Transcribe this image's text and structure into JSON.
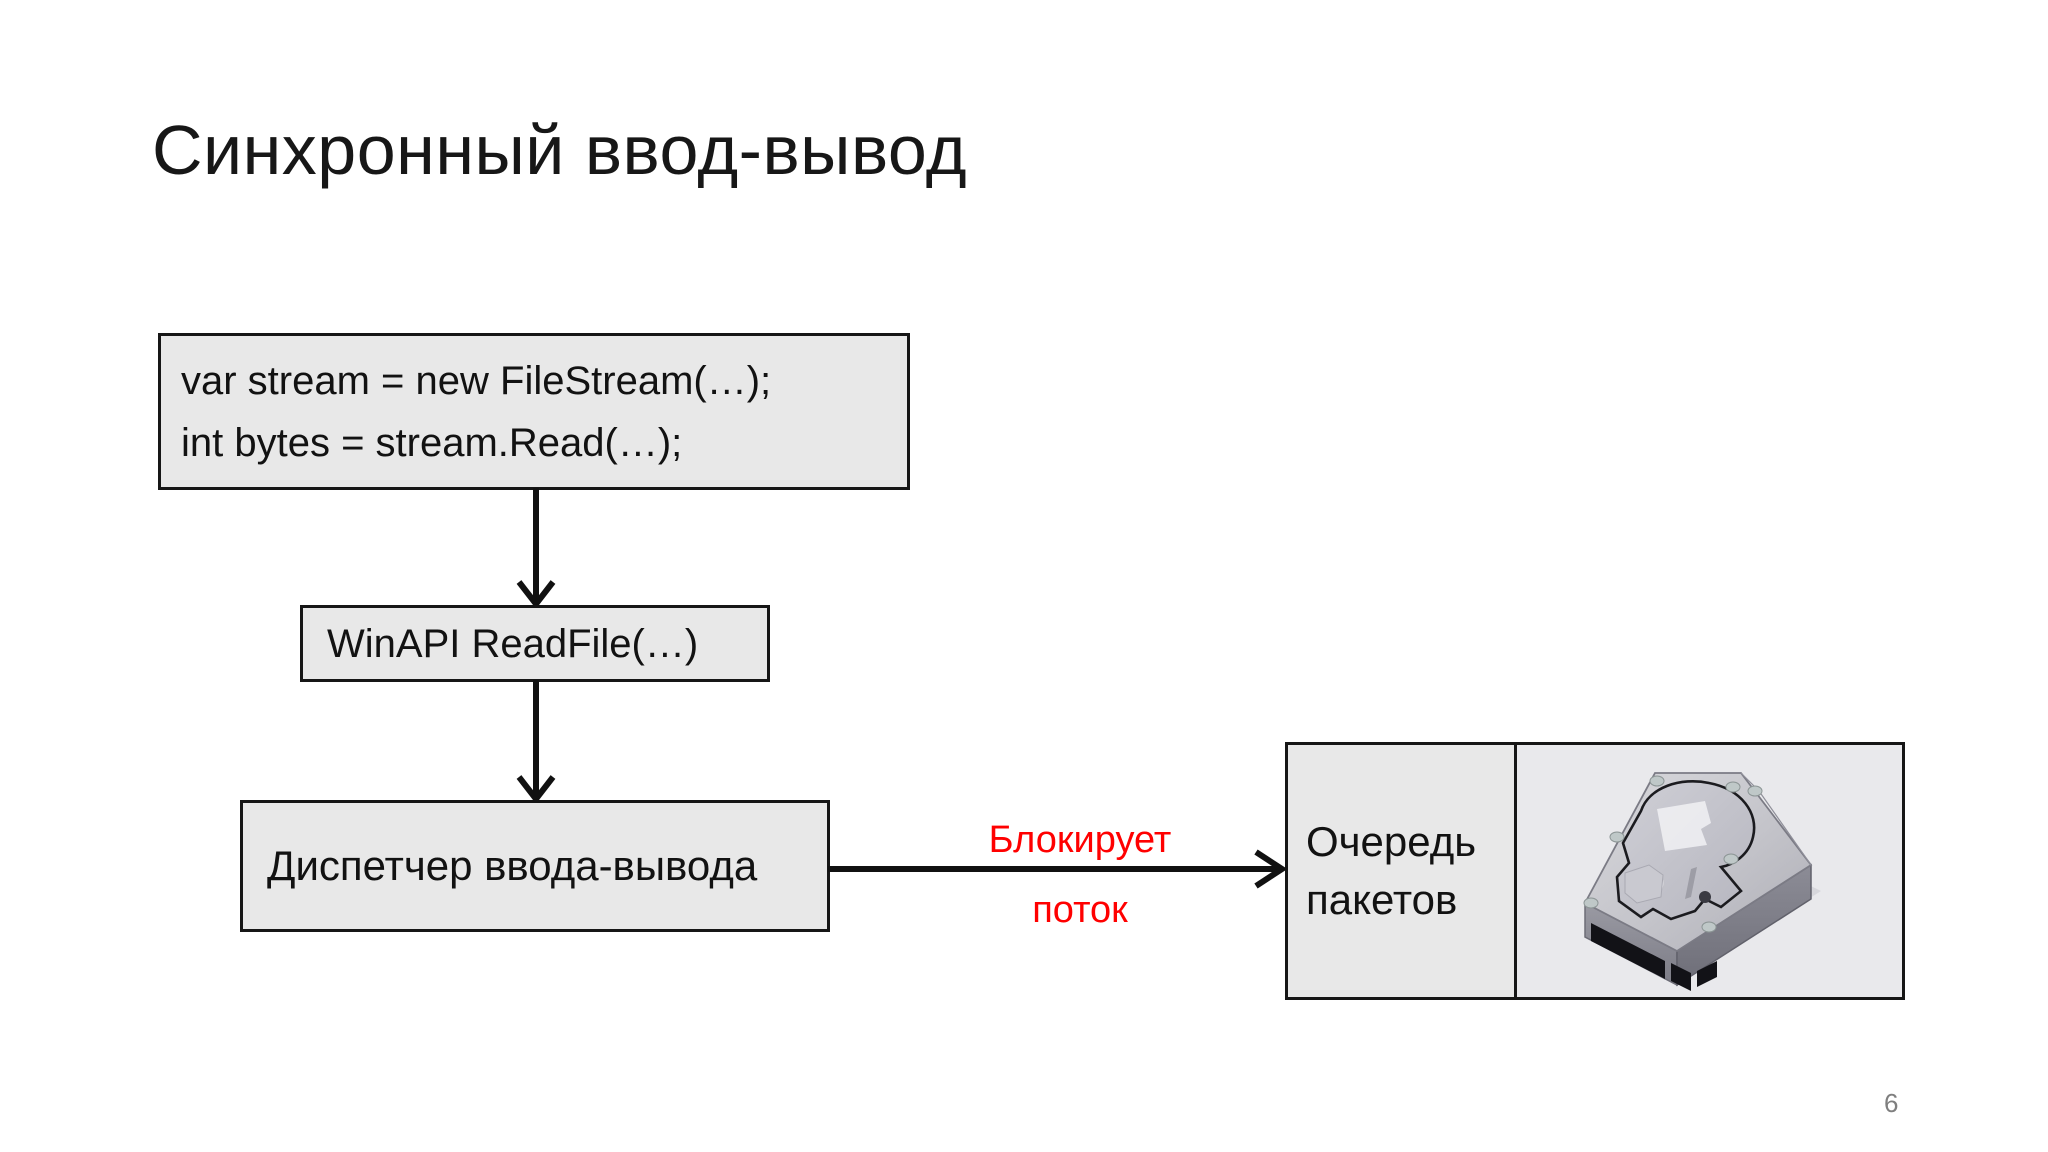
{
  "slide": {
    "title": "Синхронный ввод-вывод",
    "page_number": "6",
    "background_color": "#ffffff"
  },
  "colors": {
    "box_fill": "#e8e8e8",
    "box_border": "#161616",
    "text": "#121212",
    "accent_red": "#ff0000",
    "page_number": "#7f7f7f"
  },
  "diagram": {
    "code_box": {
      "line1": "var stream = new FileStream(…);",
      "line2": "int bytes = stream.Read(…);"
    },
    "winapi_box": {
      "label": "WinAPI ReadFile(…)"
    },
    "dispatcher_box": {
      "label": "Диспетчер ввода-вывода"
    },
    "queue_box": {
      "line1": "Очередь",
      "line2": "пакетов"
    },
    "blocking_label": {
      "line1": "Блокирует",
      "line2": "поток"
    },
    "device_image": {
      "name": "hard-disk-drive"
    }
  }
}
